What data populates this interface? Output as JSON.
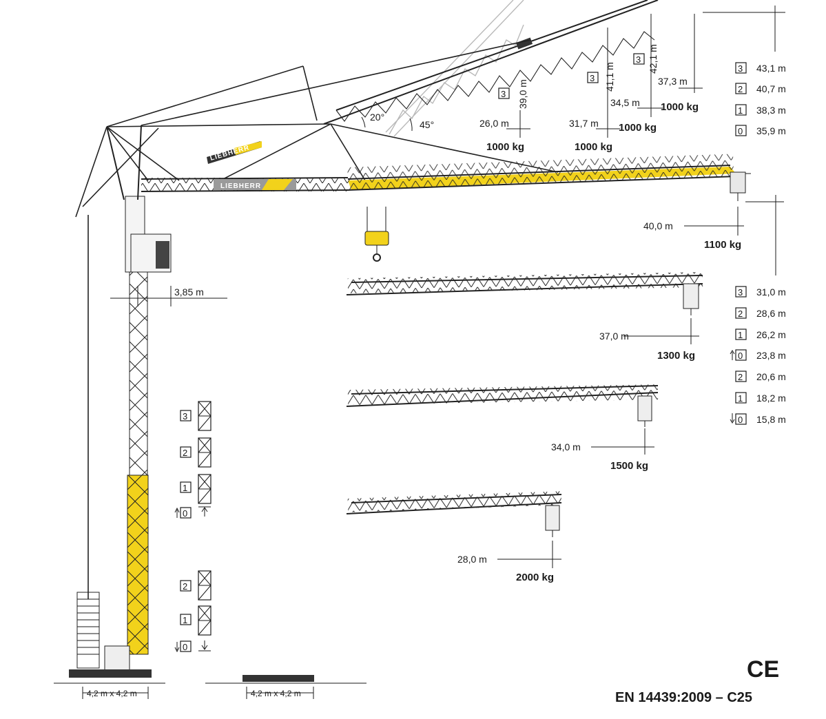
{
  "brand": "LIEBHERR",
  "angles": {
    "a20": "20°",
    "a45": "45°"
  },
  "luffing": [
    {
      "pos": "3",
      "radius": "26,0 m",
      "height": "39,0 m",
      "load": "1000 kg"
    },
    {
      "pos": "3",
      "radius": "31,7 m",
      "height": "41,1 m",
      "load": "1000 kg"
    },
    {
      "pos": "3",
      "radius": "34,5 m",
      "height": "42,1 m",
      "load": "1000 kg"
    },
    {
      "radius": "37,3 m",
      "load": "1000 kg"
    }
  ],
  "hook_heights_upper": [
    {
      "pos": "3",
      "value": "43,1 m"
    },
    {
      "pos": "2",
      "value": "40,7 m"
    },
    {
      "pos": "1",
      "value": "38,3 m"
    },
    {
      "pos": "0",
      "value": "35,9 m"
    }
  ],
  "hook_heights_lower": [
    {
      "pos": "3",
      "value": "31,0 m",
      "arrow": ""
    },
    {
      "pos": "2",
      "value": "28,6 m",
      "arrow": ""
    },
    {
      "pos": "1",
      "value": "26,2 m",
      "arrow": ""
    },
    {
      "pos": "0",
      "value": "23,8 m",
      "arrow": "up"
    },
    {
      "pos": "2",
      "value": "20,6 m",
      "arrow": ""
    },
    {
      "pos": "1",
      "value": "18,2 m",
      "arrow": ""
    },
    {
      "pos": "0",
      "value": "15,8 m",
      "arrow": "down"
    }
  ],
  "horizontal_jibs": [
    {
      "radius": "40,0 m",
      "load": "1100 kg"
    },
    {
      "radius": "37,0 m",
      "load": "1300 kg"
    },
    {
      "radius": "34,0 m",
      "load": "1500 kg"
    },
    {
      "radius": "28,0 m",
      "load": "2000 kg"
    }
  ],
  "tower_offset": "3,85 m",
  "tower_sections_upper": [
    "3",
    "2",
    "1",
    "0"
  ],
  "tower_sections_lower": [
    "2",
    "1",
    "0"
  ],
  "base_left": "4,2 m x 4,2 m",
  "base_right": "4,2 m x 4,2 m",
  "ce_mark": "CE",
  "standard": "EN 14439:2009 – C25",
  "colors": {
    "accent_yellow": "#f2d21b",
    "line_black": "#1a1a1a",
    "ghost_grey": "#b9b9b9"
  }
}
